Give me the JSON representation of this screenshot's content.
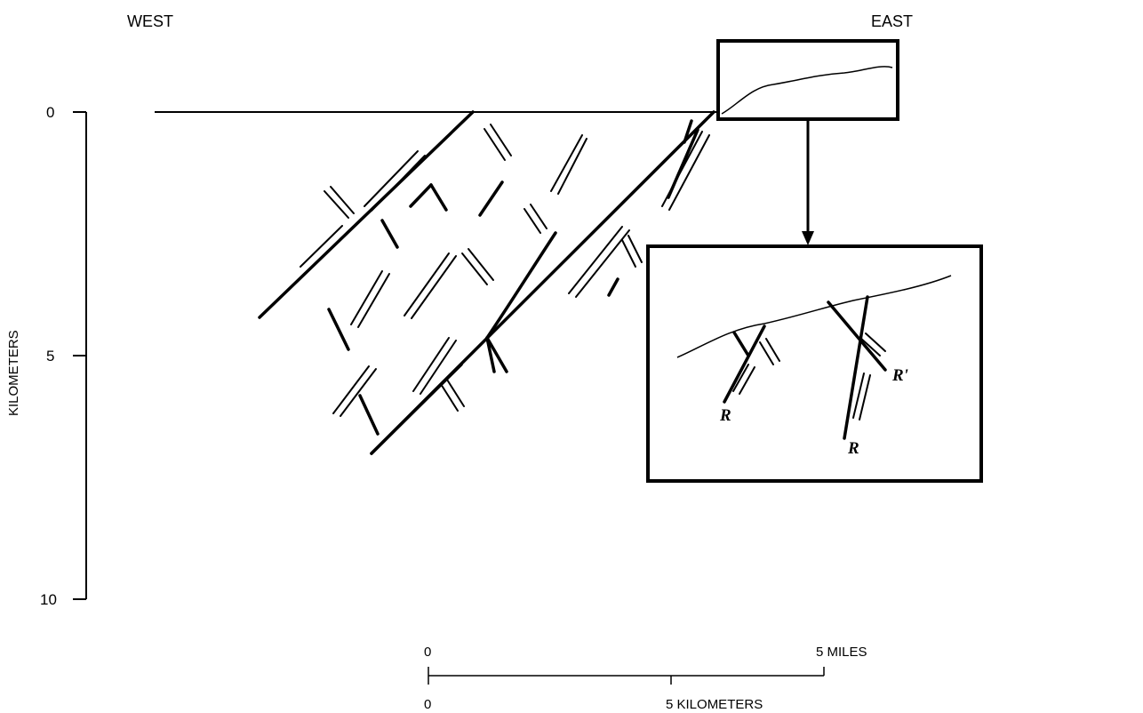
{
  "labels": {
    "west": "WEST",
    "east": "EAST",
    "axis_title": "KILOMETERS"
  },
  "depth_axis": {
    "ticks": [
      "0",
      "5",
      "10"
    ]
  },
  "scale_bar": {
    "top_zero": "0",
    "miles": "5 MILES",
    "bottom_zero": "0",
    "kilometers": "5 KILOMETERS"
  },
  "inset": {
    "fault_labels": [
      "R",
      "R'",
      "R"
    ]
  }
}
